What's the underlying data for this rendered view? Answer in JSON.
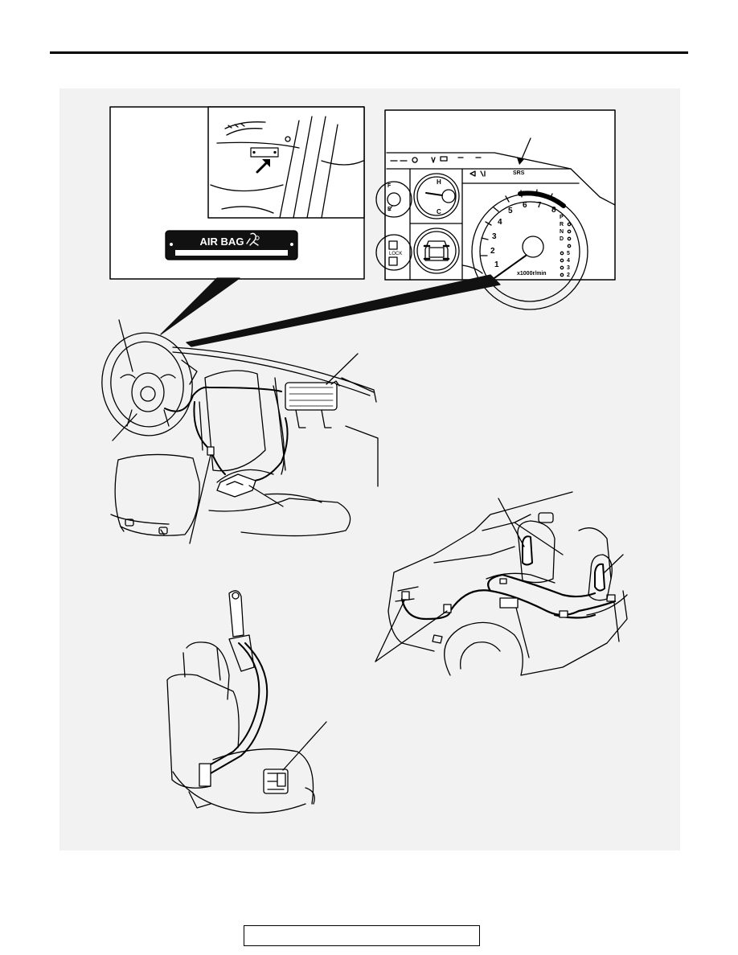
{
  "figure": {
    "airbag_label_text": "AIR BAG",
    "warning_lamp_label": "SRS",
    "tach_unit": "x1000r/min",
    "tach_numbers": [
      "1",
      "2",
      "3",
      "4",
      "5",
      "6",
      "7",
      "8"
    ],
    "gear_letters": [
      "P",
      "R",
      "N",
      "D",
      "5",
      "4",
      "3",
      "2"
    ],
    "temp_high": "H",
    "temp_cold": "C",
    "lock_label": "LOCK",
    "fuel_letter": "E",
    "fuel_full_letter": "F"
  },
  "footer": {
    "text": ""
  }
}
